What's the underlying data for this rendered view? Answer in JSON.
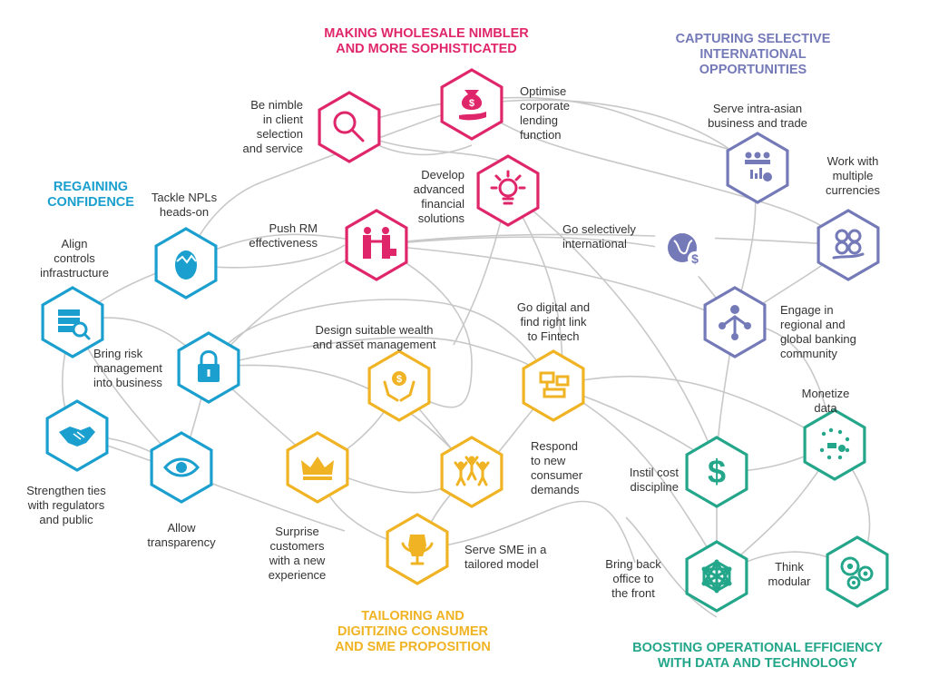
{
  "themes": {
    "wholesale": {
      "title": "MAKING WHOLESALE NIMBLER\nAND MORE SOPHISTICATED",
      "color": "#e0266a"
    },
    "international": {
      "title": "CAPTURING SELECTIVE\nINTERNATIONAL\nOPPORTUNITIES",
      "color": "#7479b8"
    },
    "confidence": {
      "title": "REGAINING\nCONFIDENCE",
      "color": "#1a9fce"
    },
    "consumer": {
      "title": "TAILORING AND\nDIGITIZING CONSUMER\nAND SME PROPOSITION",
      "color": "#f0b323"
    },
    "efficiency": {
      "title": "BOOSTING OPERATIONAL EFFICIENCY\nWITH DATA AND TECHNOLOGY",
      "color": "#23a68a"
    }
  },
  "nodes": [
    {
      "id": "be-nimble",
      "label": "Be nimble\nin client\nselection\nand service",
      "theme": "wholesale",
      "icon": "magnifier-icon"
    },
    {
      "id": "optimise-lending",
      "label": "Optimise\ncorporate\nlending\nfunction",
      "theme": "wholesale",
      "icon": "money-bag-hand-icon"
    },
    {
      "id": "advanced-solutions",
      "label": "Develop\nadvanced\nfinancial\nsolutions",
      "theme": "wholesale",
      "icon": "lightbulb-icon"
    },
    {
      "id": "push-rm",
      "label": "Push RM\neffectiveness",
      "theme": "wholesale",
      "icon": "handshake-people-icon"
    },
    {
      "id": "intra-asian",
      "label": "Serve intra-asian\nbusiness and trade",
      "theme": "international",
      "icon": "people-chart-icon"
    },
    {
      "id": "currencies",
      "label": "Work with\nmultiple\ncurrencies",
      "theme": "international",
      "icon": "currencies-icon"
    },
    {
      "id": "go-international",
      "label": "Go selectively\ninternational",
      "theme": "international",
      "icon": "globe-dollar-icon"
    },
    {
      "id": "banking-community",
      "label": "Engage in\nregional and\nglobal banking\ncommunity",
      "theme": "international",
      "icon": "network-people-icon"
    },
    {
      "id": "tackle-npl",
      "label": "Tackle NPLs\nheads-on",
      "theme": "confidence",
      "icon": "cracked-egg-icon"
    },
    {
      "id": "align-controls",
      "label": "Align\ncontrols\ninfrastructure",
      "theme": "confidence",
      "icon": "server-search-icon"
    },
    {
      "id": "risk-management",
      "label": "Bring risk\nmanagement\ninto business",
      "theme": "confidence",
      "icon": "padlock-icon"
    },
    {
      "id": "regulators",
      "label": "Strengthen ties\nwith regulators\nand public",
      "theme": "confidence",
      "icon": "handshake-icon"
    },
    {
      "id": "transparency",
      "label": "Allow\ntransparency",
      "theme": "confidence",
      "icon": "eye-icon"
    },
    {
      "id": "wealth",
      "label": "Design suitable wealth\nand asset management",
      "theme": "consumer",
      "icon": "hands-money-icon"
    },
    {
      "id": "digital-fintech",
      "label": "Go digital and\nfind right link\nto Fintech",
      "theme": "consumer",
      "icon": "devices-icon"
    },
    {
      "id": "surprise",
      "label": "Surprise\ncustomers\nwith a new\nexperience",
      "theme": "consumer",
      "icon": "crown-icon"
    },
    {
      "id": "consumer-demands",
      "label": "Respond\nto new\nconsumer\ndemands",
      "theme": "consumer",
      "icon": "cheering-people-icon"
    },
    {
      "id": "sme",
      "label": "Serve SME in a\ntailored model",
      "theme": "consumer",
      "icon": "tailor-mannequin-icon"
    },
    {
      "id": "cost-discipline",
      "label": "Instil cost\ndiscipline",
      "theme": "efficiency",
      "icon": "dollar-icon"
    },
    {
      "id": "monetize-data",
      "label": "Monetize\ndata",
      "theme": "efficiency",
      "icon": "data-flow-icon"
    },
    {
      "id": "back-office",
      "label": "Bring back\noffice to\nthe front",
      "theme": "efficiency",
      "icon": "mesh-network-icon"
    },
    {
      "id": "modular",
      "label": "Think\nmodular",
      "theme": "efficiency",
      "icon": "gears-icon"
    }
  ]
}
